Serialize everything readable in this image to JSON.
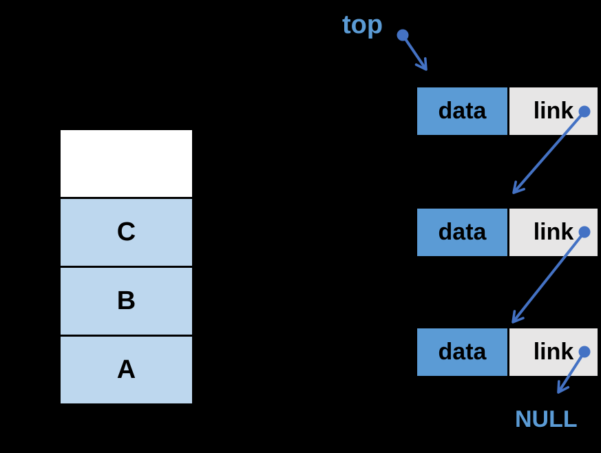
{
  "stack": {
    "cells": [
      {
        "label": "",
        "type": "empty"
      },
      {
        "label": "C",
        "type": "filled"
      },
      {
        "label": "B",
        "type": "filled"
      },
      {
        "label": "A",
        "type": "filled"
      }
    ]
  },
  "linked_list": {
    "top_label": "top",
    "null_label": "NULL",
    "nodes": [
      {
        "data_label": "data",
        "link_label": "link"
      },
      {
        "data_label": "data",
        "link_label": "link"
      },
      {
        "data_label": "data",
        "link_label": "link"
      }
    ]
  },
  "colors": {
    "background": "#000000",
    "stack_cell": "#BDD7EE",
    "stack_empty_cell": "#FFFFFF",
    "data_cell": "#5B9BD5",
    "link_cell": "#E7E6E6",
    "arrow": "#4472C4",
    "pointer_text": "#5B9BD5",
    "cell_text": "#000000"
  }
}
